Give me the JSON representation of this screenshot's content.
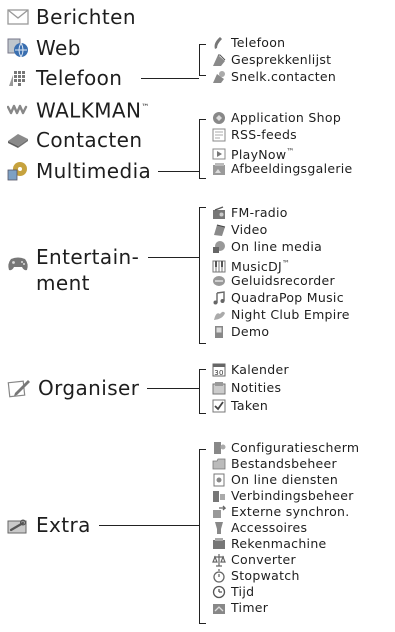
{
  "main_menu": [
    {
      "label": "Berichten",
      "icon": "envelope-icon"
    },
    {
      "label": "Web",
      "icon": "globe-icon"
    },
    {
      "label": "Telefoon",
      "icon": "keypad-icon"
    },
    {
      "label": "WALKMAN",
      "tm": "™",
      "icon": "walkman-icon"
    },
    {
      "label": "Contacten",
      "icon": "contacts-book-icon"
    },
    {
      "label": "Multimedia",
      "icon": "multimedia-icon"
    },
    {
      "label": "Entertain-\nment",
      "icon": "gamepad-icon"
    },
    {
      "label": "Organiser",
      "icon": "notepad-pen-icon"
    },
    {
      "label": "Extra",
      "icon": "toolbox-icon"
    }
  ],
  "submenus": {
    "telefoon": [
      {
        "label": "Telefoon",
        "icon": "phone-handset-icon"
      },
      {
        "label": "Gesprekkenlijst",
        "icon": "call-list-icon"
      },
      {
        "label": "Snelk.contacten",
        "icon": "speed-contacts-icon"
      }
    ],
    "multimedia": [
      {
        "label": "Application Shop",
        "icon": "app-shop-icon"
      },
      {
        "label": "RSS-feeds",
        "icon": "rss-icon"
      },
      {
        "label": "PlayNow",
        "tm": "™",
        "icon": "playnow-icon"
      },
      {
        "label": "Afbeeldingsgalerie",
        "icon": "gallery-icon"
      }
    ],
    "entertainment": [
      {
        "label": "FM-radio",
        "icon": "radio-icon"
      },
      {
        "label": "Video",
        "icon": "video-icon"
      },
      {
        "label": "On line media",
        "icon": "online-media-icon"
      },
      {
        "label": "MusicDJ",
        "tm": "™",
        "icon": "piano-icon"
      },
      {
        "label": "Geluidsrecorder",
        "icon": "recorder-icon"
      },
      {
        "label": "QuadraPop Music",
        "icon": "music-note-icon"
      },
      {
        "label": "Night Club Empire",
        "icon": "night-club-icon"
      },
      {
        "label": "Demo",
        "icon": "demo-icon"
      }
    ],
    "organiser": [
      {
        "label": "Kalender",
        "icon": "calendar-icon",
        "badge": "30"
      },
      {
        "label": "Notities",
        "icon": "notes-icon"
      },
      {
        "label": "Taken",
        "icon": "tasks-icon"
      }
    ],
    "extra": [
      {
        "label": "Configuratiescherm",
        "icon": "settings-phone-icon"
      },
      {
        "label": "Bestandsbeheer",
        "icon": "folder-icon"
      },
      {
        "label": "On line diensten",
        "icon": "online-services-icon"
      },
      {
        "label": "Verbindingsbeheer",
        "icon": "connections-icon"
      },
      {
        "label": "Externe synchron.",
        "icon": "sync-icon"
      },
      {
        "label": "Accessoires",
        "icon": "accessories-icon"
      },
      {
        "label": "Rekenmachine",
        "icon": "calculator-icon"
      },
      {
        "label": "Converter",
        "icon": "converter-icon"
      },
      {
        "label": "Stopwatch",
        "icon": "stopwatch-icon"
      },
      {
        "label": "Tijd",
        "icon": "clock-icon"
      },
      {
        "label": "Timer",
        "icon": "timer-icon"
      }
    ]
  }
}
